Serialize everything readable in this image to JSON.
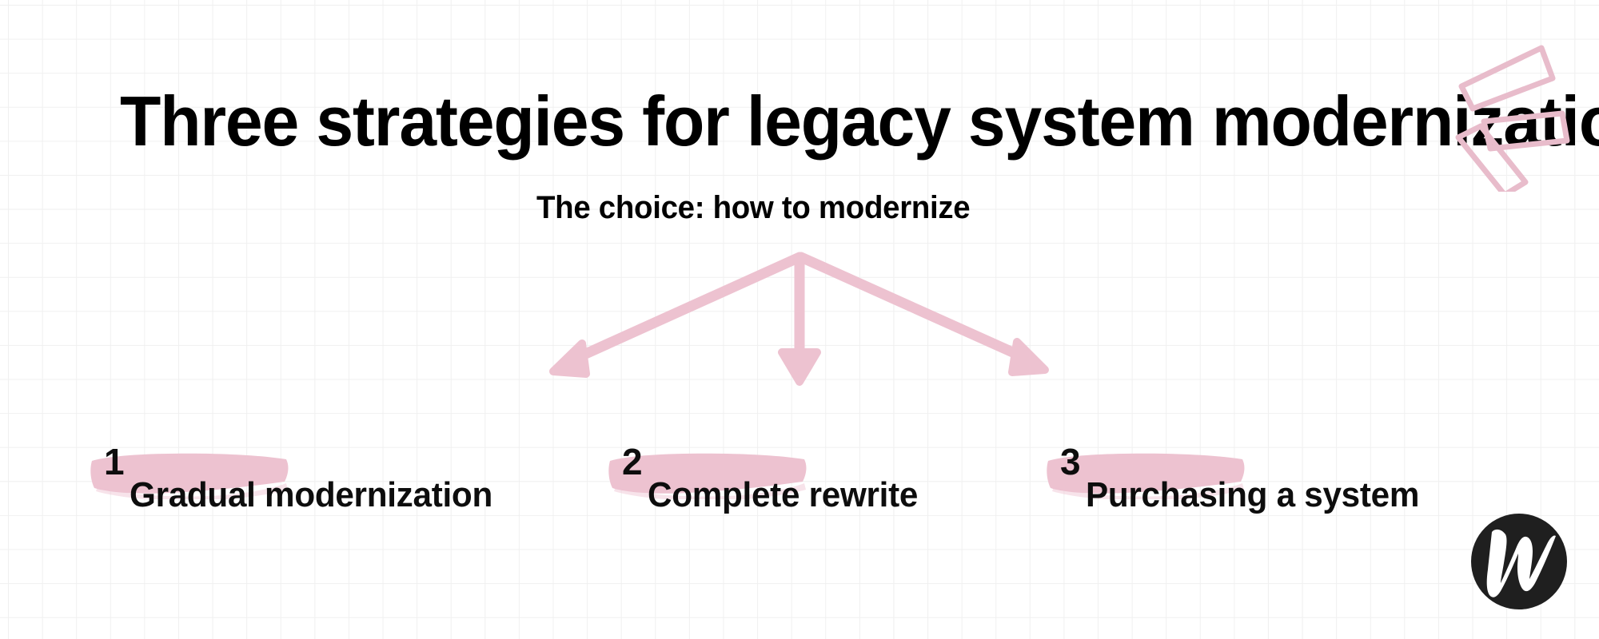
{
  "slide": {
    "title": "Three strategies for legacy system modernization",
    "subtitle": "The choice: how to modernize",
    "background": "#ffffff",
    "grid_color": "#f0f0f0",
    "accent_pink": "#edc2d0",
    "text_color": "#000000"
  },
  "diagram": {
    "type": "tree",
    "root_label": "The choice: how to modernize",
    "branch_count": 3,
    "arrow_color": "#edc2d0"
  },
  "options": [
    {
      "number": "1",
      "label": "Gradual modernization"
    },
    {
      "number": "2",
      "label": "Complete rewrite"
    },
    {
      "number": "3",
      "label": "Purchasing a system"
    }
  ],
  "decor": {
    "sparkle_count": 3,
    "sparkle_color": "#e8bccb"
  },
  "logo": {
    "letter": "W",
    "circle_color": "#1f1f1f",
    "letter_color": "#ffffff"
  }
}
